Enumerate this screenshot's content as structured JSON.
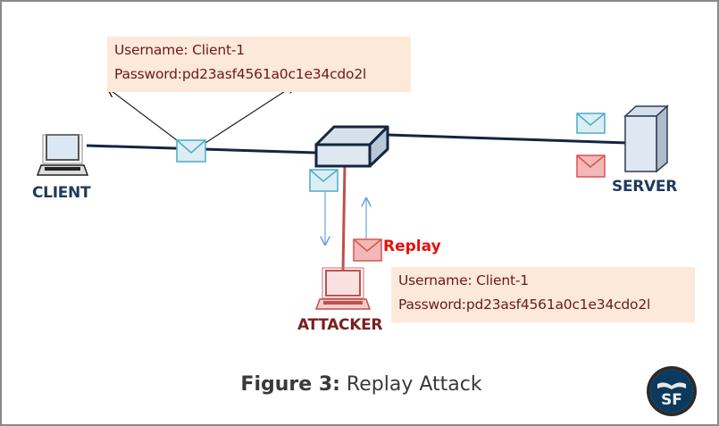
{
  "figure": {
    "caption_label": "Figure 3:",
    "caption_text": " Replay Attack"
  },
  "nodes": {
    "client": "CLIENT",
    "server": "SERVER",
    "attacker": "ATTACKER"
  },
  "credentials_top": {
    "username": "Username: Client-1",
    "password": "Password:pd23asf4561a0c1e34cdo2l"
  },
  "credentials_attacker": {
    "username": "Username: Client-1",
    "password": "Password:pd23asf4561a0c1e34cdo2l"
  },
  "replay_label": "Replay",
  "logo_text": "SF",
  "colors": {
    "network_line": "#12263f",
    "attacker_line": "#c0504d",
    "envelope_blue_fill": "#dbeef4",
    "envelope_blue_stroke": "#4bacc6",
    "envelope_red_fill": "#f2b8b8",
    "envelope_red_stroke": "#d9534f",
    "cred_box_bg": "#fde9d9",
    "cred_text": "#6b1a1a",
    "node_label_blue": "#1f3a5a",
    "attacker_label": "#7b1f1f",
    "replay_red": "#e3120b"
  }
}
